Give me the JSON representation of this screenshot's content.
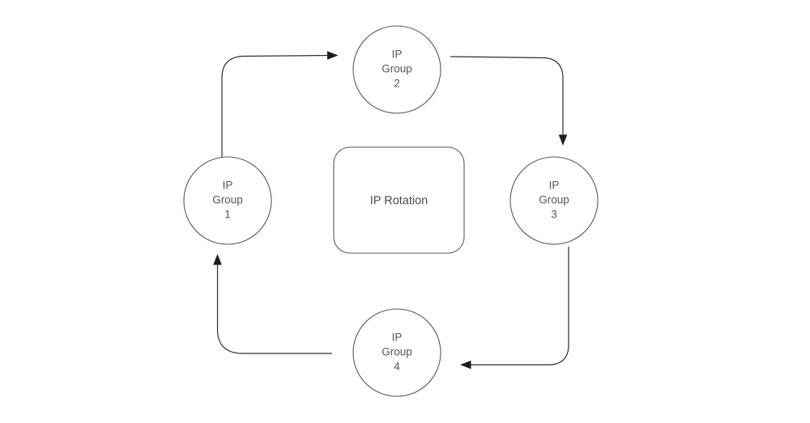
{
  "diagram": {
    "type": "cycle-diagram",
    "title": "IP Rotation",
    "background_color": "#ffffff",
    "stroke_color": "#5a5a5a",
    "arrow_color": "#1d1d1d",
    "text_color": "#555555",
    "center": {
      "label": "IP Rotation",
      "shape": "rounded-rectangle"
    },
    "nodes": [
      {
        "id": "group1",
        "shape": "circle",
        "line1": "IP",
        "line2": "Group",
        "line3": "1",
        "position": "left"
      },
      {
        "id": "group2",
        "shape": "circle",
        "line1": "IP",
        "line2": "Group",
        "line3": "2",
        "position": "top"
      },
      {
        "id": "group3",
        "shape": "circle",
        "line1": "IP",
        "line2": "Group",
        "line3": "3",
        "position": "right"
      },
      {
        "id": "group4",
        "shape": "circle",
        "line1": "IP",
        "line2": "Group",
        "line3": "4",
        "position": "bottom"
      }
    ],
    "connections": [
      {
        "id": "c1",
        "from": "IP Group 1",
        "to": "IP Group 2",
        "direction": "right"
      },
      {
        "id": "c2",
        "from": "IP Group 2",
        "to": "IP Group 3",
        "direction": "down"
      },
      {
        "id": "c3",
        "from": "IP Group 3",
        "to": "IP Group 4",
        "direction": "left"
      },
      {
        "id": "c4",
        "from": "IP Group 4",
        "to": "IP Group 1",
        "direction": "up"
      }
    ]
  }
}
